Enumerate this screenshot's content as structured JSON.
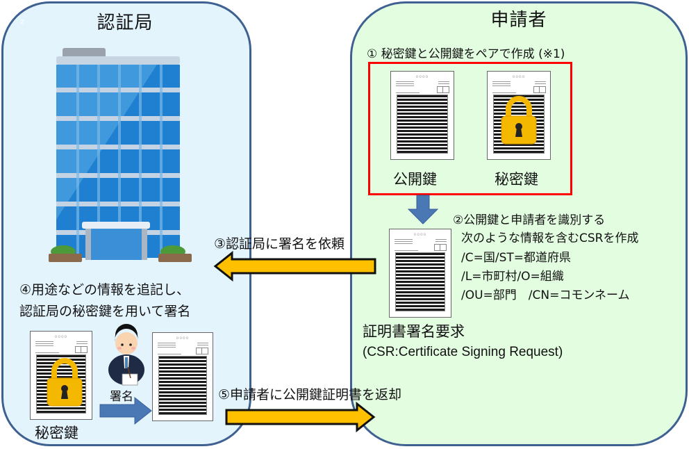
{
  "diagram": {
    "ca": {
      "title": "認証局",
      "corner_mark": "z",
      "step4_line1": "④用途などの情報を追記し、",
      "step4_line2": "認証局の秘密鍵を用いて署名",
      "private_key_label": "秘密鍵",
      "sign_label": "署名",
      "icons": [
        "office-building-icon",
        "businessman-signing-icon",
        "padlock-icon",
        "document-icon"
      ]
    },
    "requester": {
      "title": "申請者",
      "step1": "① 秘密鍵と公開鍵をペアで作成",
      "step1_note": "(※1)",
      "public_key_label": "公開鍵",
      "private_key_label": "秘密鍵",
      "step2_line1": "②公開鍵と申請者を識別する",
      "step2_line2": "次のような情報を含むCSRを作成",
      "csr_field_line1": "/C=国/ST=都道府県",
      "csr_field_line2": "/L=市町村/O=組織",
      "csr_field_line3": "/OU=部門　/CN=コモンネーム",
      "csr_title": "証明書署名要求",
      "csr_subtitle": "(CSR:Certificate Signing Request)"
    },
    "flows": {
      "step3": "③認証局に署名を依頼",
      "step5": "⑤申請者に公開鍵証明書を返却"
    },
    "colors": {
      "ca_panel_bg": "#e4f4fd",
      "requester_panel_bg": "#e2fde0",
      "panel_border": "#3f6191",
      "keypair_frame": "#ff0000",
      "flow_arrow": "#ffc000",
      "down_arrow": "#4a78b5",
      "lock_gold": "#f5b800"
    }
  }
}
